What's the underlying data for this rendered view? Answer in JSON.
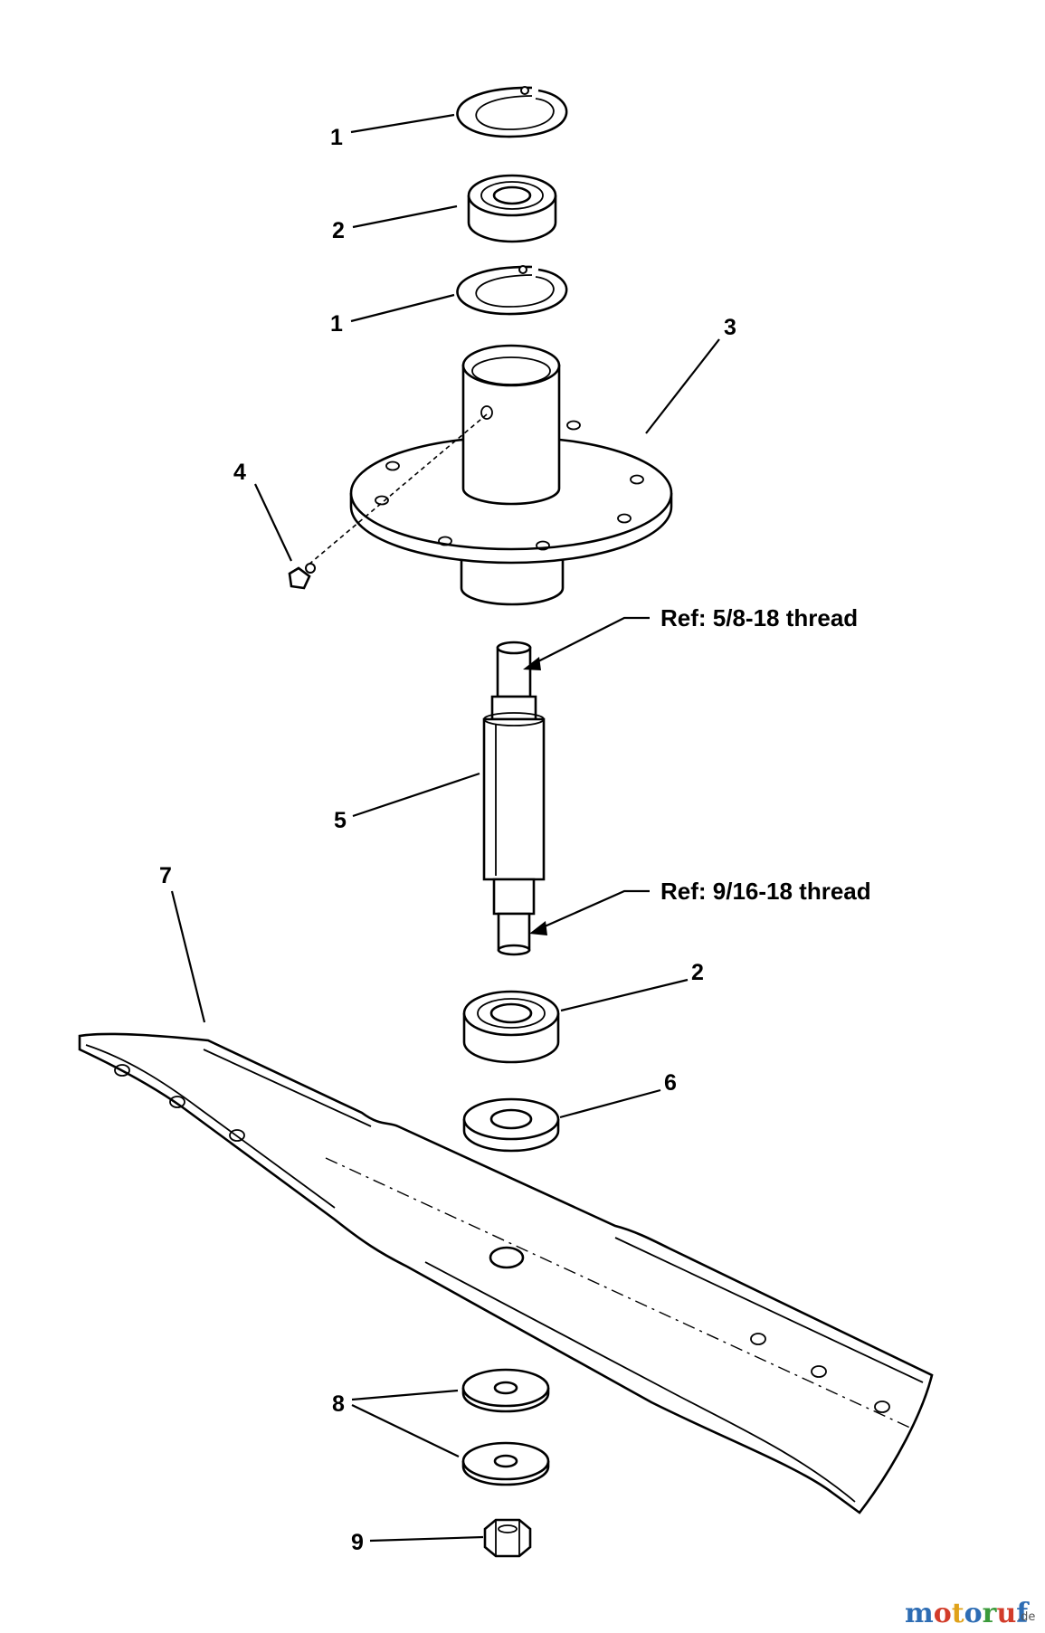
{
  "diagram": {
    "callouts": [
      {
        "id": "c1a",
        "label": "1"
      },
      {
        "id": "c2a",
        "label": "2"
      },
      {
        "id": "c1b",
        "label": "1"
      },
      {
        "id": "c3",
        "label": "3"
      },
      {
        "id": "c4",
        "label": "4"
      },
      {
        "id": "c5",
        "label": "5"
      },
      {
        "id": "c7",
        "label": "7"
      },
      {
        "id": "c2b",
        "label": "2"
      },
      {
        "id": "c6",
        "label": "6"
      },
      {
        "id": "c8",
        "label": "8"
      },
      {
        "id": "c9",
        "label": "9"
      }
    ],
    "references": {
      "upper": "Ref: 5/8-18 thread",
      "lower": "Ref: 9/16-18 thread"
    }
  },
  "watermark": {
    "letters": [
      "m",
      "o",
      "t",
      "o",
      "r",
      "u",
      "f"
    ],
    "letter_colors": [
      "#2e6db4",
      "#d23c2a",
      "#e0a21a",
      "#2e6db4",
      "#3a9a3a",
      "#d23c2a",
      "#2e6db4"
    ],
    "suffix": ".de"
  }
}
